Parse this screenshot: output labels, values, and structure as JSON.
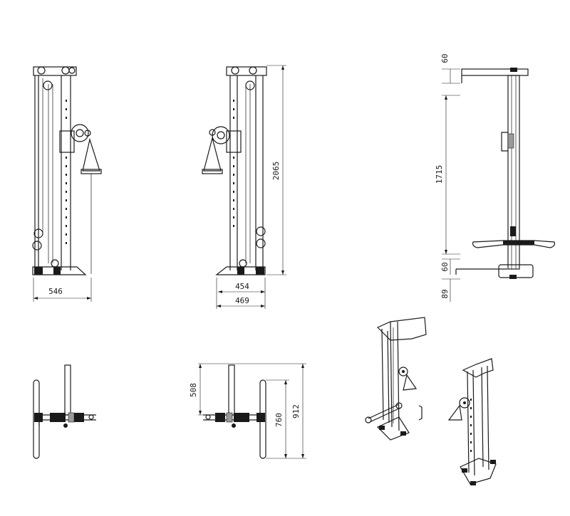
{
  "dimensions": {
    "front_base_width": "546",
    "side_inner_base": "454",
    "side_outer_base": "469",
    "side_height": "2065",
    "rear_top_offset": "60",
    "rear_mid_height": "1715",
    "rear_low_offset": "60",
    "rear_base_offset": "89",
    "top_view_depth": "508",
    "top_view_arm": "760",
    "top_view_total": "912"
  },
  "icons": [
    "front-elevation-drawing",
    "side-elevation-drawing",
    "rear-elevation-drawing",
    "top-view-left-drawing",
    "top-view-right-drawing",
    "isometric-view-1",
    "isometric-view-2"
  ],
  "colors": {
    "line": "#1a1a1a",
    "background": "#ffffff",
    "shade": "#9a9a9a"
  }
}
